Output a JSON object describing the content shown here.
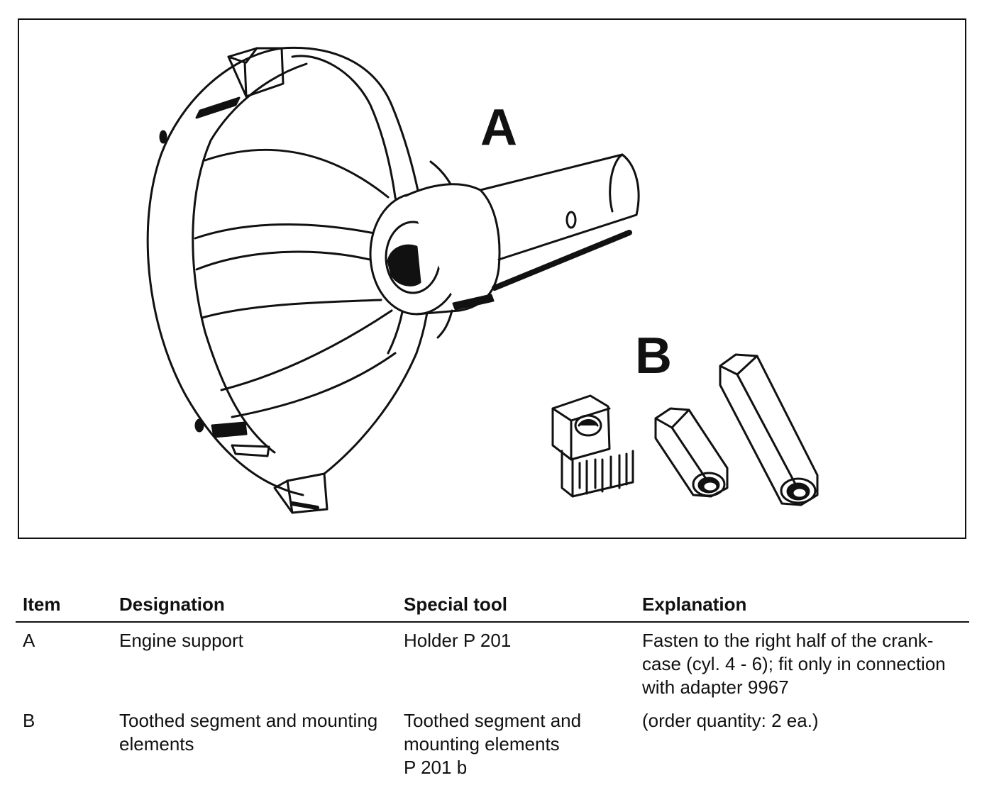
{
  "figure": {
    "callout_a": "A",
    "callout_b": "B"
  },
  "table": {
    "headers": {
      "item": "Item",
      "designation": "Designation",
      "special_tool": "Special tool",
      "explanation": "Explanation"
    },
    "rows": [
      {
        "item": "A",
        "designation": "Engine support",
        "special_tool": "Holder P 201",
        "explanation_lines": [
          "Fasten to the right half of the crank-",
          "case (cyl. 4 - 6); fit only in connection",
          "with adapter 9967"
        ]
      },
      {
        "item": "B",
        "designation_lines": [
          "Toothed segment and mounting",
          "elements"
        ],
        "special_tool_lines": [
          "Toothed segment and",
          "mounting elements",
          "P 201 b"
        ],
        "explanation": "(order quantity: 2 ea.)"
      }
    ]
  }
}
